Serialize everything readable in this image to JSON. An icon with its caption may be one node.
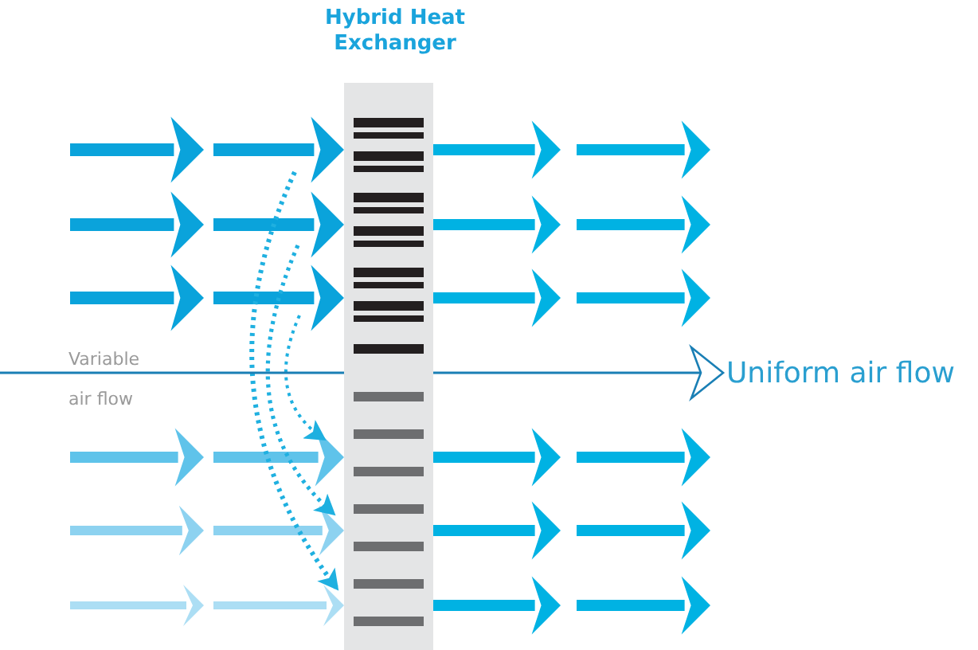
{
  "diagram": {
    "nodes": [
      {
        "text": [
          "Hybrid Heat Exchanger"
        ]
      },
      {
        "text": [
          "Uniform air flow"
        ]
      }
    ],
    "edges": [
      {
        "from": null,
        "to": 1,
        "arrow": "to"
      }
    ],
    "labels": [
      "Variable air flow"
    ]
  }
}
